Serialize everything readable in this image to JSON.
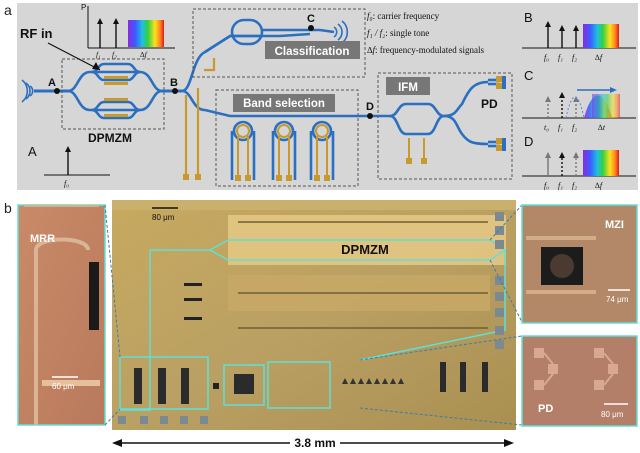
{
  "panel_a": {
    "label": "a",
    "rf_in": "RF in",
    "dpmzm": "DPMZM",
    "classification": "Classification",
    "band_selection": "Band selection",
    "ifm": "IFM",
    "pd": "PD",
    "points": {
      "A": "A",
      "B": "B",
      "C": "C",
      "D": "D"
    },
    "spectrum_axis": "P",
    "legend": [
      {
        "symbol": "f₀",
        "text": ": carrier frequency"
      },
      {
        "symbol": "f₁ / f₂",
        "text": ": single tone"
      },
      {
        "symbol": "∆f",
        "text": ": frequency-modulated signals"
      }
    ],
    "spectra": {
      "A": {
        "label": "A",
        "ticks": [
          "f₀"
        ]
      },
      "B": {
        "label": "B",
        "ticks": [
          "f₀",
          "f₁",
          "f₂",
          "∆f"
        ]
      },
      "C": {
        "label": "C",
        "ticks": [
          "t₀",
          "f₁",
          "f₂",
          "∆t"
        ]
      },
      "D": {
        "label": "D",
        "ticks": [
          "f₀",
          "f₁",
          "f₂",
          "∆f"
        ]
      },
      "inset": {
        "ticks": [
          "f₁",
          "f₂",
          "∆f"
        ]
      }
    }
  },
  "panel_b": {
    "label": "b",
    "mrr": "MRR",
    "mrr_scale": "60 μm",
    "chip_label": "DPMZM",
    "chip_scale": "80 μm",
    "mzi": "MZI",
    "mzi_scale": "74 μm",
    "pd": "PD",
    "pd_scale": "80 μm",
    "chip_width": "3.8 mm"
  },
  "colors": {
    "panel_bg": "#d8d8d8",
    "waveguide_blue": "#2a6fc0",
    "electrode_gold": "#c89a2e",
    "chip_gold": "#bfa25a",
    "chip_outline_cyan": "#5fe0d6",
    "dash_box": "#555555"
  }
}
